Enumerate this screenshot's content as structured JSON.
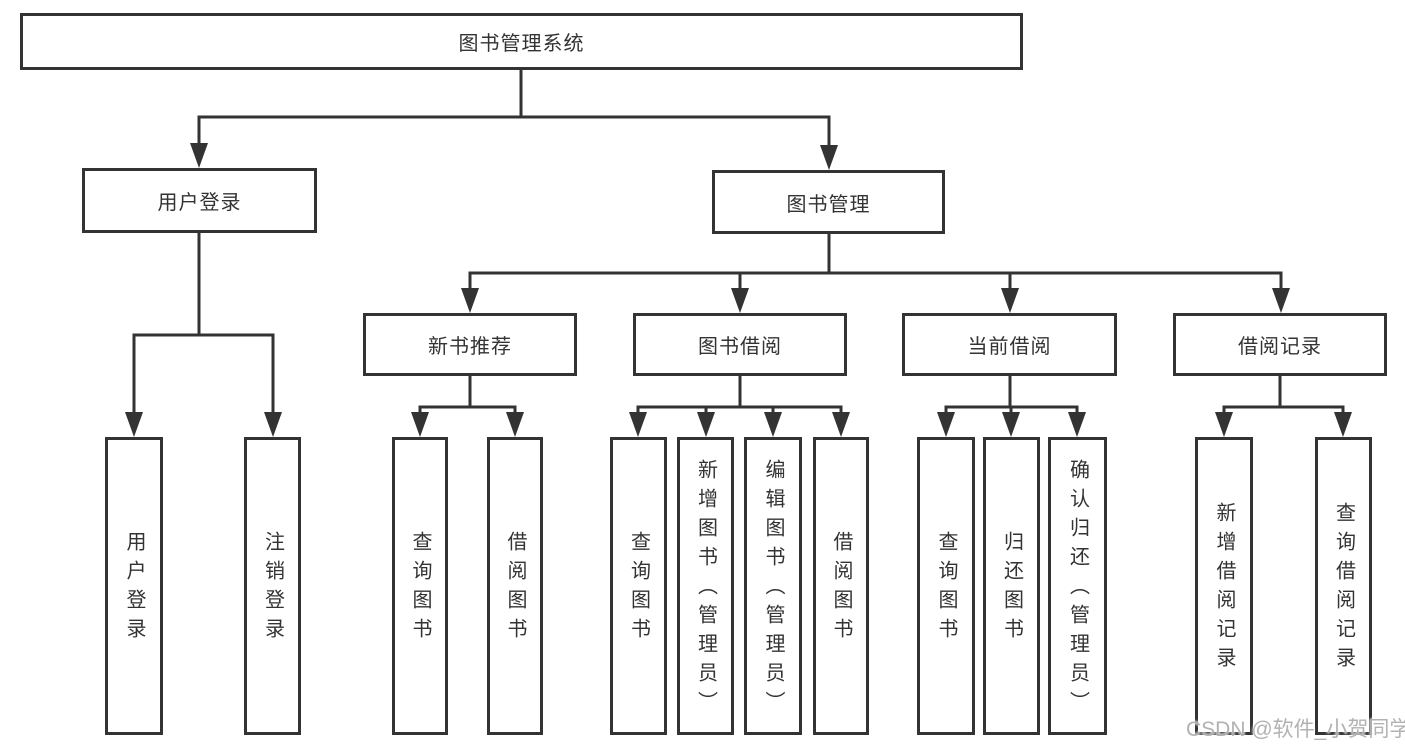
{
  "title": "图书管理系统",
  "watermark": "CSDN @软件_小贺同学",
  "colors": {
    "line": "#333333",
    "node_border": "#333333",
    "node_text": "#333333",
    "background": "#ffffff",
    "watermark_text": "#aaaaaa"
  },
  "tree": {
    "root": "图书管理系统",
    "children": [
      {
        "label": "用户登录",
        "children": [
          "用户登录",
          "注销登录"
        ]
      },
      {
        "label": "图书管理",
        "children": [
          {
            "label": "新书推荐",
            "children": [
              "查询图书",
              "借阅图书"
            ]
          },
          {
            "label": "图书借阅",
            "children": [
              "查询图书",
              "新增图书（管理员）",
              "编辑图书（管理员）",
              "借阅图书"
            ]
          },
          {
            "label": "当前借阅",
            "children": [
              "查询图书",
              "归还图书",
              "确认归还（管理员）"
            ]
          },
          {
            "label": "借阅记录",
            "children": [
              "新增借阅记录",
              "查询借阅记录"
            ]
          }
        ]
      }
    ]
  }
}
